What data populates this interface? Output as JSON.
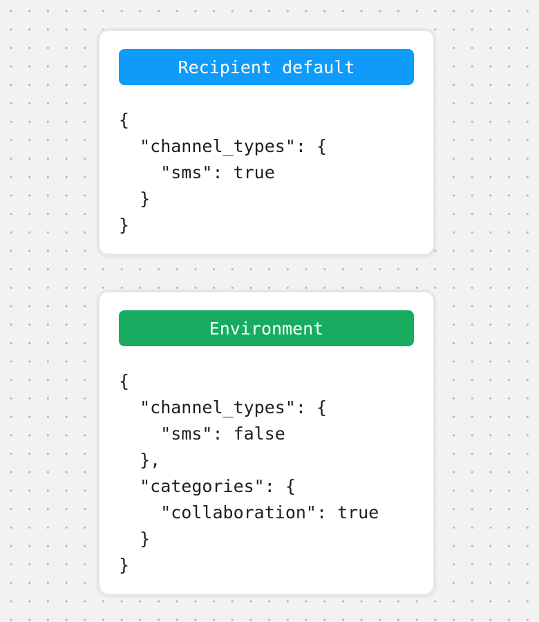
{
  "canvas": {
    "background_color": "#f2f2f2",
    "dot_color": "#b5b5b5"
  },
  "cards": [
    {
      "title": "Recipient default",
      "header_color": "#0f9bfa",
      "code": "{\n  \"channel_types\": {\n    \"sms\": true\n  }\n}"
    },
    {
      "title": "Environment",
      "header_color": "#17ac5f",
      "code": "{\n  \"channel_types\": {\n    \"sms\": false\n  },\n  \"categories\": {\n    \"collaboration\": true\n  }\n}"
    }
  ]
}
